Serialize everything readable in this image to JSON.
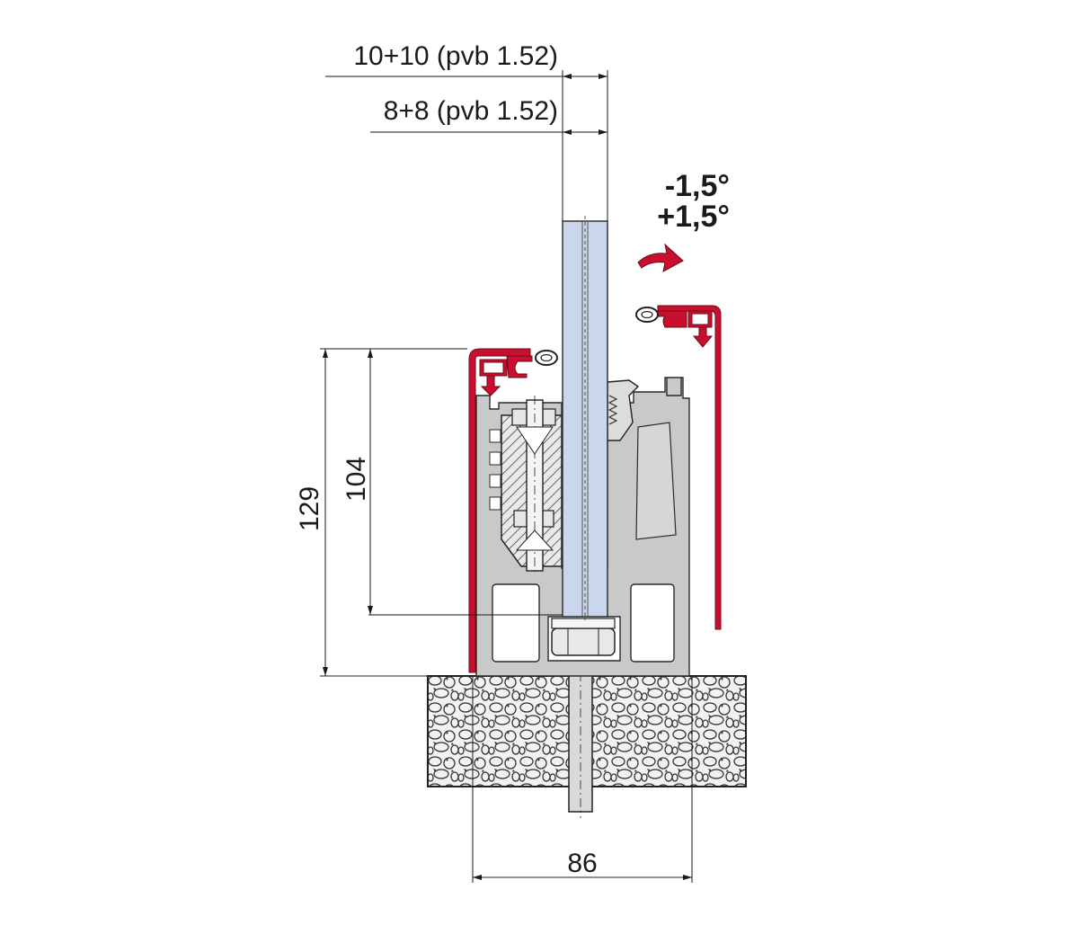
{
  "labels": {
    "glass_thickness_1": "10+10 (pvb 1.52)",
    "glass_thickness_2": "8+8 (pvb 1.52)",
    "angle_minus": "-1,5°",
    "angle_plus": "+1,5°",
    "total_height": "129",
    "glass_depth": "104",
    "base_width": "86"
  },
  "colors": {
    "profile": "#c9c9c9",
    "glass": "#c9d6ec",
    "cover": "#c8102e",
    "concrete": "#eeeeee"
  },
  "icons": {
    "tilt_arrow": "curved-arrow-right-icon"
  }
}
